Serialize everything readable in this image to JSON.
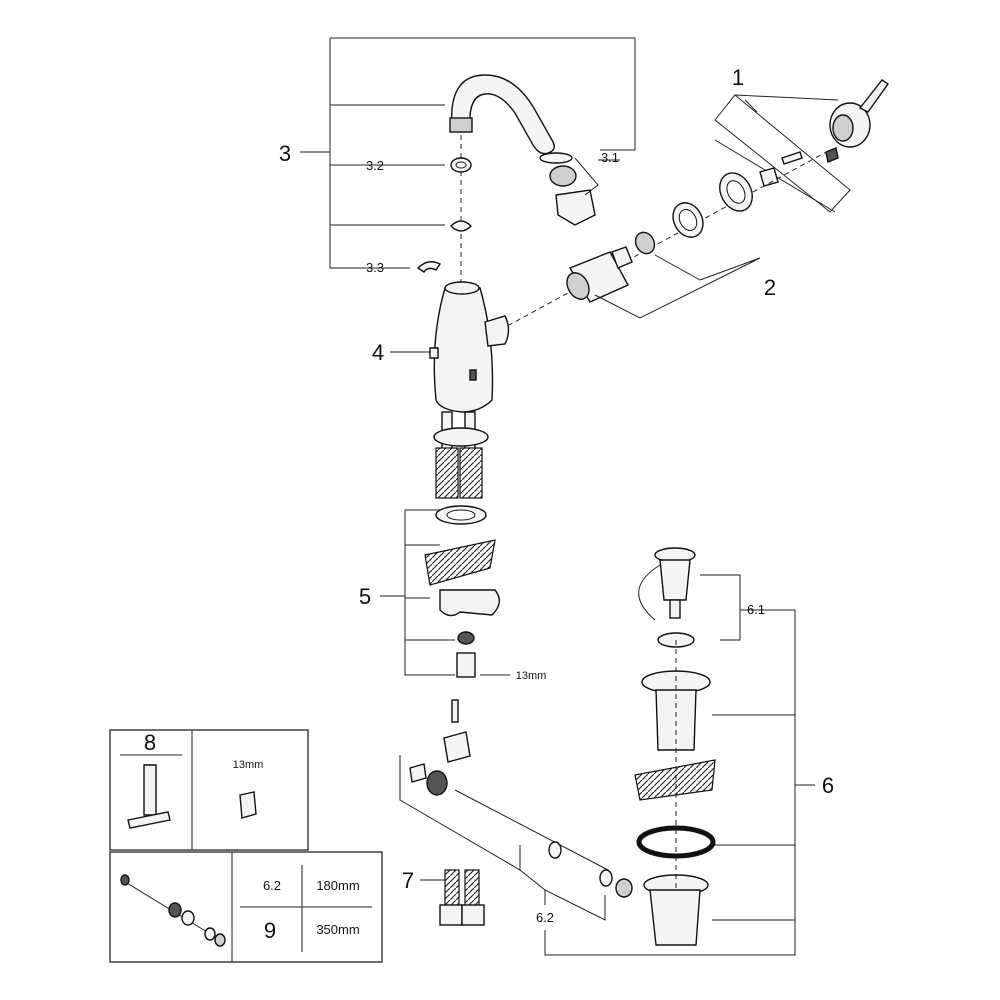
{
  "labels": {
    "l1": "1",
    "l2": "2",
    "l3": "3",
    "l3_1": "3.1",
    "l3_2": "3.2",
    "l3_3": "3.3",
    "l4": "4",
    "l5": "5",
    "l5_size": "13mm",
    "l6": "6",
    "l6_1": "6.1",
    "l6_2": "6.2",
    "l7": "7"
  },
  "table_top": {
    "tool_number": "8",
    "tool_size": "13mm"
  },
  "table_bottom": {
    "rows": [
      {
        "part": "6.2",
        "length": "180mm"
      },
      {
        "part": "9",
        "length": "350mm"
      }
    ]
  }
}
